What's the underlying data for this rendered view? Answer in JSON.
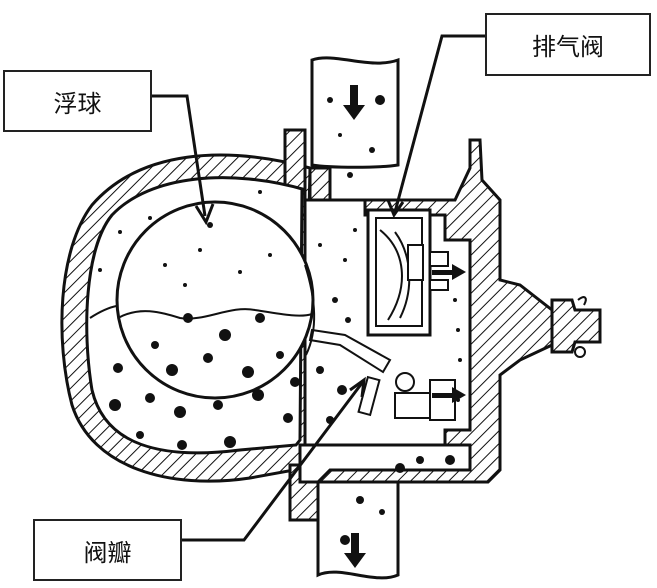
{
  "labels": {
    "float_ball": "浮球",
    "vent_valve": "排气阀",
    "valve_disc": "阀瓣"
  },
  "colors": {
    "line": "#111111",
    "background": "#ffffff"
  },
  "icons": [
    "flow-down-arrow-icon",
    "flow-right-arrow-icon"
  ]
}
